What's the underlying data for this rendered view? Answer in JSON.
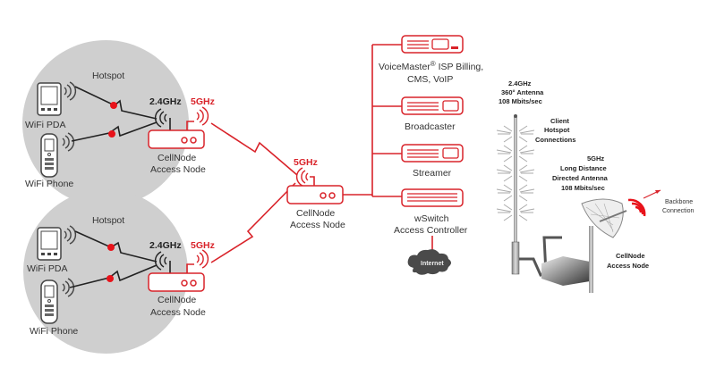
{
  "colors": {
    "accent_red": "#d9232a",
    "hotspot_gray": "#cfcfcf",
    "line_black": "#222222",
    "cloud_dark": "#4a4a4a"
  },
  "hotspots": [
    {
      "label": "Hotspot",
      "devices": [
        {
          "label": "WiFi PDA",
          "icon": "pda-icon"
        },
        {
          "label": "WiFi Phone",
          "icon": "phone-icon"
        }
      ],
      "band_local": "2.4GHz",
      "band_backhaul": "5GHz",
      "node": {
        "line1": "CellNode",
        "line2": "Access Node"
      }
    },
    {
      "label": "Hotspot",
      "devices": [
        {
          "label": "WiFi PDA",
          "icon": "pda-icon"
        },
        {
          "label": "WiFi Phone",
          "icon": "phone-icon"
        }
      ],
      "band_local": "2.4GHz",
      "band_backhaul": "5GHz",
      "node": {
        "line1": "CellNode",
        "line2": "Access Node"
      }
    }
  ],
  "central_node": {
    "band": "5GHz",
    "line1": "CellNode",
    "line2": "Access Node"
  },
  "servers": [
    {
      "line1": "VoiceMaster",
      "reg": "®",
      "line1b": " ISP Billing,",
      "line2": "CMS, VoIP"
    },
    {
      "line1": "Broadcaster"
    },
    {
      "line1": "Streamer"
    },
    {
      "line1": "wSwitch",
      "line2": "Access Controller"
    }
  ],
  "internet": {
    "label": "Internet"
  },
  "hardware": {
    "omni": {
      "line1": "2.4GHz",
      "line2": "360° Antenna",
      "line3": "108 Mbits/sec"
    },
    "client": {
      "line1": "Client",
      "line2": "Hotspot",
      "line3": "Connections"
    },
    "directed": {
      "line1": "5GHz",
      "line2": "Long Distance",
      "line3": "Directed Antenna",
      "line4": "108 Mbits/sec"
    },
    "backbone": {
      "line1": "Backbone",
      "line2": "Connection"
    },
    "node": {
      "line1": "CellNode",
      "line2": "Access Node"
    }
  }
}
